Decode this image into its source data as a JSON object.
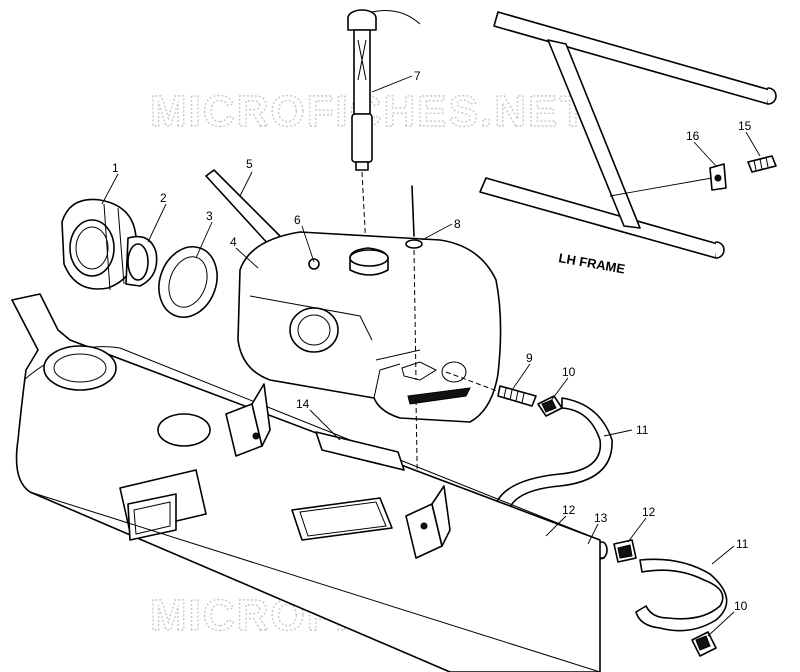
{
  "watermark": "MICROFICHES.NET",
  "frame_label": "LH FRAME",
  "callouts": [
    "1",
    "2",
    "3",
    "4",
    "5",
    "6",
    "7",
    "8",
    "9",
    "10",
    "11",
    "12",
    "13",
    "14",
    "15",
    "16",
    "11",
    "12",
    "10"
  ]
}
